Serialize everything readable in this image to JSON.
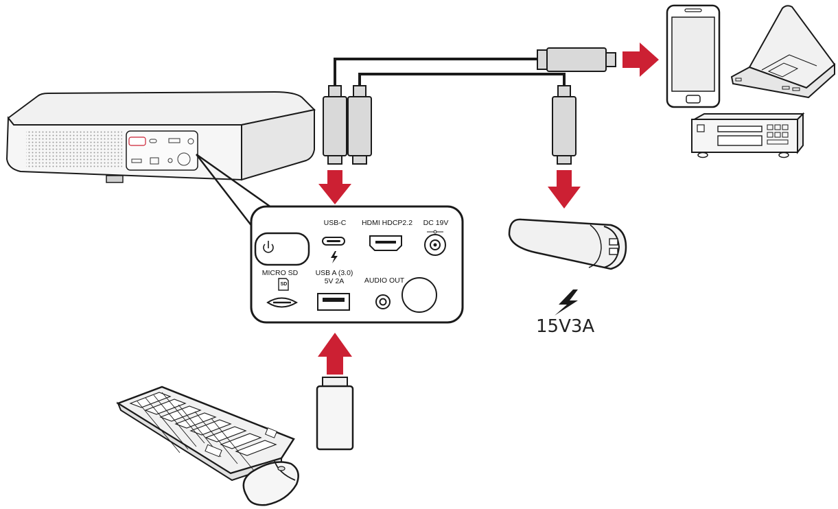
{
  "diagram": {
    "ports": {
      "usb_c": "USB-C",
      "hdmi": "HDMI HDCP2.2",
      "dc": "DC 19V",
      "micro_sd": "MICRO SD",
      "sd_badge": "SD",
      "usb_a_line1": "USB A (3.0)",
      "usb_a_line2": "5V 2A",
      "audio_out": "AUDIO OUT"
    },
    "power_bank_output": "15V3A"
  },
  "colors": {
    "arrow": "#cc2033",
    "outline": "#1a1a1a",
    "device_fill": "#ededed",
    "cable_fill": "#d9d9d9"
  },
  "icons": [
    "power-icon",
    "lightning-icon",
    "usb-c-port-icon",
    "hdmi-port-icon",
    "dc-jack-icon",
    "micro-sd-slot-icon",
    "usb-a-port-icon",
    "audio-jack-icon"
  ]
}
